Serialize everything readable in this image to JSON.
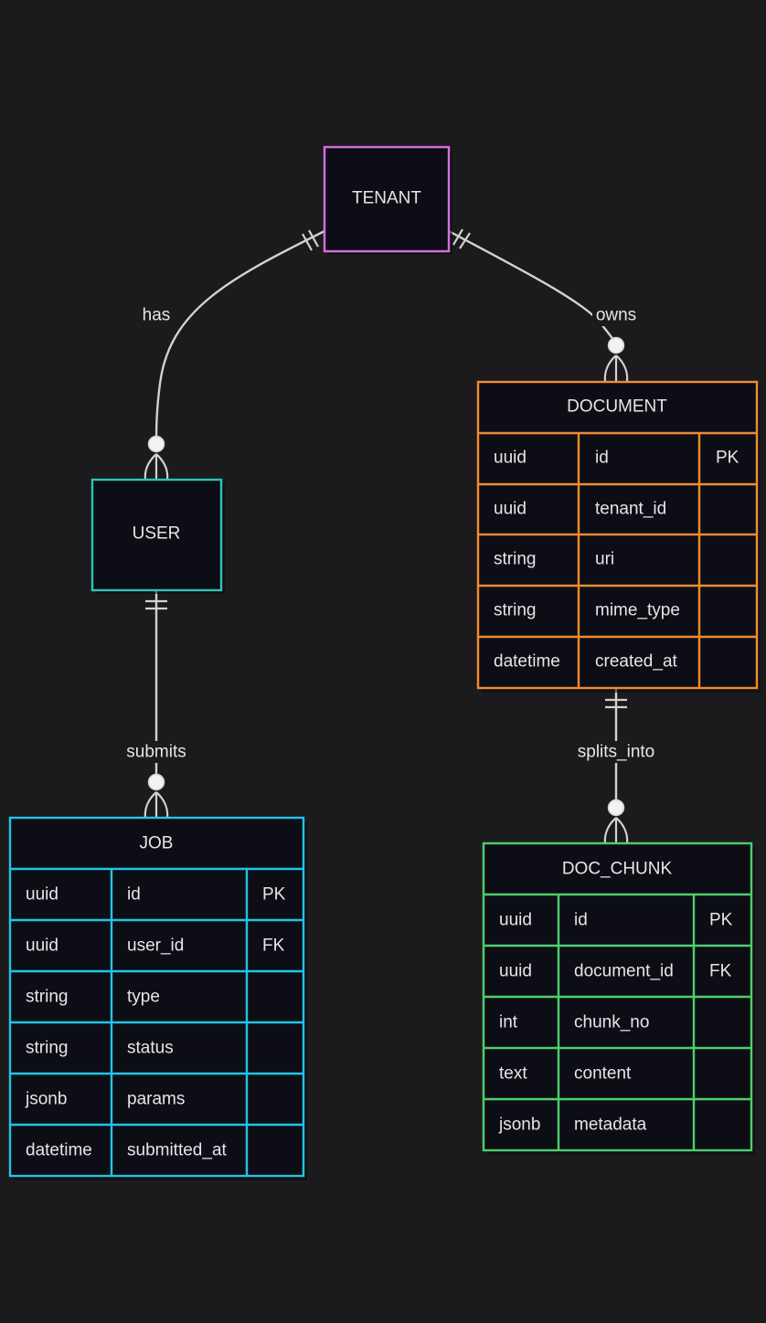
{
  "colors": {
    "background": "#1b1b1d",
    "tenant": "#d96ee0",
    "user": "#2ec4b6",
    "document": "#f28a30",
    "job": "#23c4e6",
    "doc_chunk": "#4fce6e",
    "line": "#d2d2d2"
  },
  "entities": {
    "tenant": {
      "title": "TENANT",
      "rows": []
    },
    "user": {
      "title": "USER",
      "rows": []
    },
    "document": {
      "title": "DOCUMENT",
      "rows": [
        [
          "uuid",
          "id",
          "PK"
        ],
        [
          "uuid",
          "tenant_id",
          ""
        ],
        [
          "string",
          "uri",
          ""
        ],
        [
          "string",
          "mime_type",
          ""
        ],
        [
          "datetime",
          "created_at",
          ""
        ]
      ]
    },
    "job": {
      "title": "JOB",
      "rows": [
        [
          "uuid",
          "id",
          "PK"
        ],
        [
          "uuid",
          "user_id",
          "FK"
        ],
        [
          "string",
          "type",
          ""
        ],
        [
          "string",
          "status",
          ""
        ],
        [
          "jsonb",
          "params",
          ""
        ],
        [
          "datetime",
          "submitted_at",
          ""
        ]
      ]
    },
    "doc_chunk": {
      "title": "DOC_CHUNK",
      "rows": [
        [
          "uuid",
          "id",
          "PK"
        ],
        [
          "uuid",
          "document_id",
          "FK"
        ],
        [
          "int",
          "chunk_no",
          ""
        ],
        [
          "text",
          "content",
          ""
        ],
        [
          "jsonb",
          "metadata",
          ""
        ]
      ]
    }
  },
  "relationships": {
    "tenant_user": {
      "label": "has",
      "from": "tenant",
      "to": "user",
      "from_card": "exactly-one",
      "to_card": "zero-or-many"
    },
    "tenant_document": {
      "label": "owns",
      "from": "tenant",
      "to": "document",
      "from_card": "exactly-one",
      "to_card": "zero-or-many"
    },
    "user_job": {
      "label": "submits",
      "from": "user",
      "to": "job",
      "from_card": "exactly-one",
      "to_card": "zero-or-many"
    },
    "document_chunk": {
      "label": "splits_into",
      "from": "document",
      "to": "doc_chunk",
      "from_card": "exactly-one",
      "to_card": "zero-or-many"
    }
  }
}
